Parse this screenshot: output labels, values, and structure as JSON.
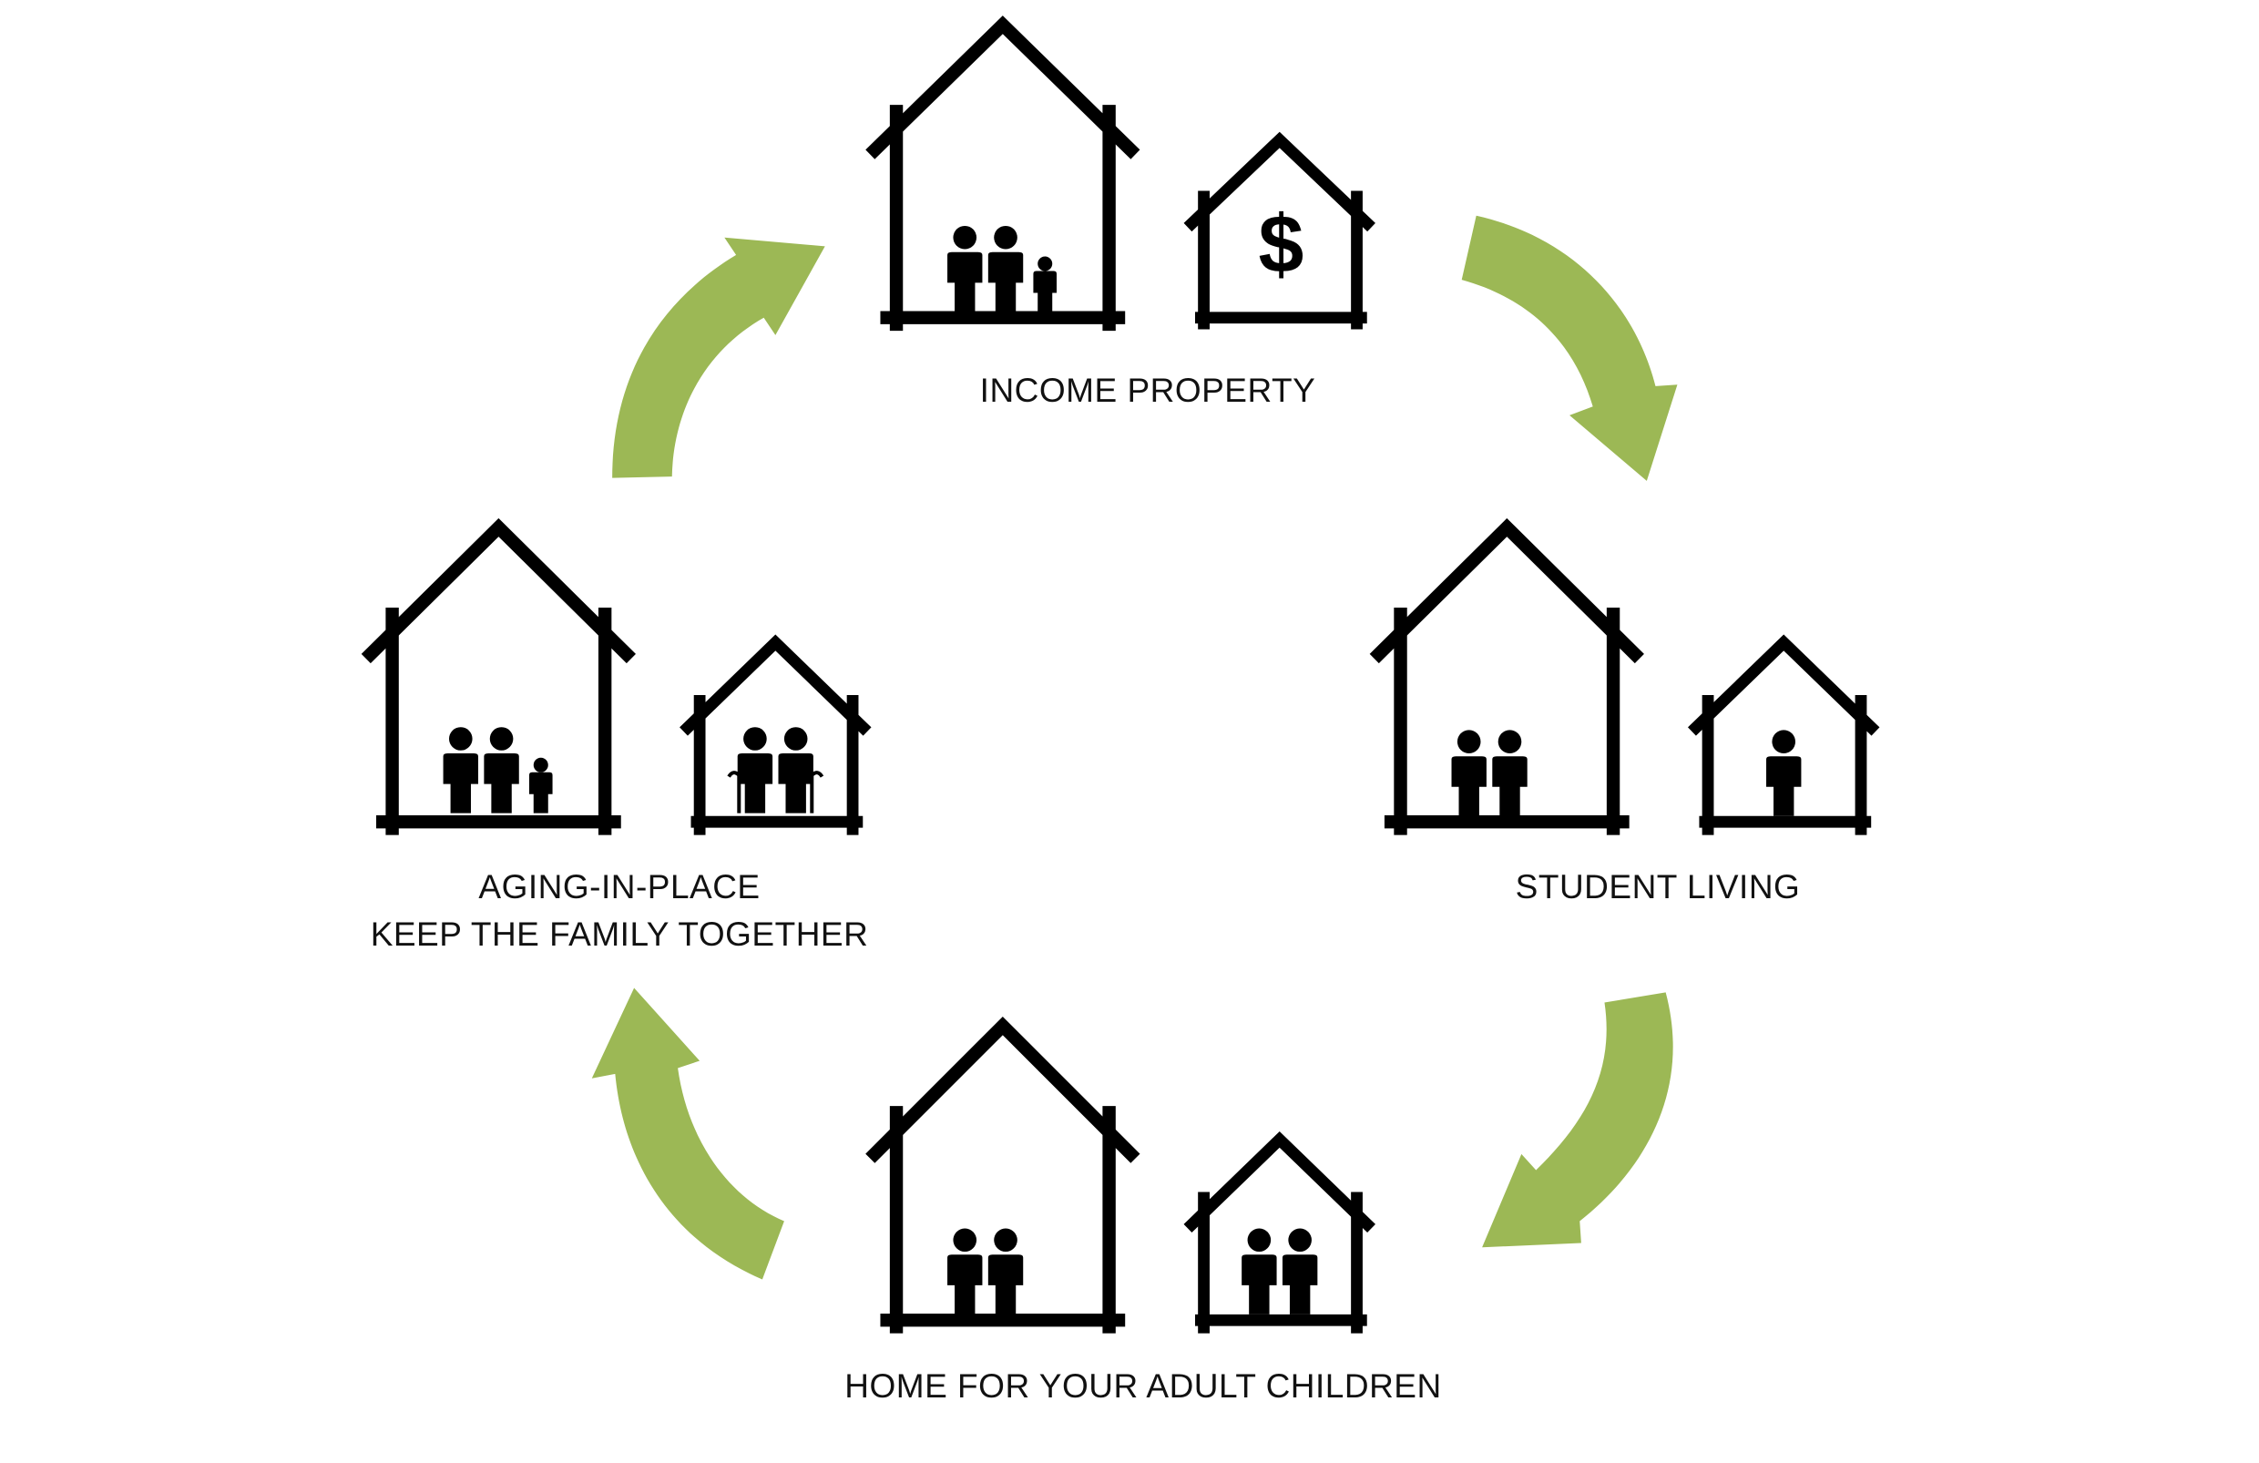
{
  "colors": {
    "arrow": "#9cb855",
    "ink": "#000000",
    "background": "#ffffff"
  },
  "stages": [
    {
      "id": "income-property",
      "label": [
        "INCOME PROPERTY"
      ],
      "main_house_occupants": [
        "adult",
        "adult",
        "child"
      ],
      "small_house_content": "dollar-sign-icon"
    },
    {
      "id": "student-living",
      "label": [
        "STUDENT LIVING"
      ],
      "main_house_occupants": [
        "adult",
        "adult"
      ],
      "small_house_content": "one-person"
    },
    {
      "id": "home-for-adult-children",
      "label": [
        "HOME FOR YOUR ADULT CHILDREN"
      ],
      "main_house_occupants": [
        "adult",
        "adult"
      ],
      "small_house_content": "two-people"
    },
    {
      "id": "aging-in-place",
      "label": [
        "AGING-IN-PLACE",
        "KEEP THE FAMILY TOGETHER"
      ],
      "main_house_occupants": [
        "adult",
        "adult",
        "child"
      ],
      "small_house_content": "two-seniors-with-canes"
    }
  ],
  "arrows": [
    {
      "id": "arrow-aging-to-income",
      "direction": "clockwise"
    },
    {
      "id": "arrow-income-to-student",
      "direction": "clockwise"
    },
    {
      "id": "arrow-student-to-adult-children",
      "direction": "clockwise"
    },
    {
      "id": "arrow-adult-children-to-aging",
      "direction": "clockwise"
    }
  ]
}
